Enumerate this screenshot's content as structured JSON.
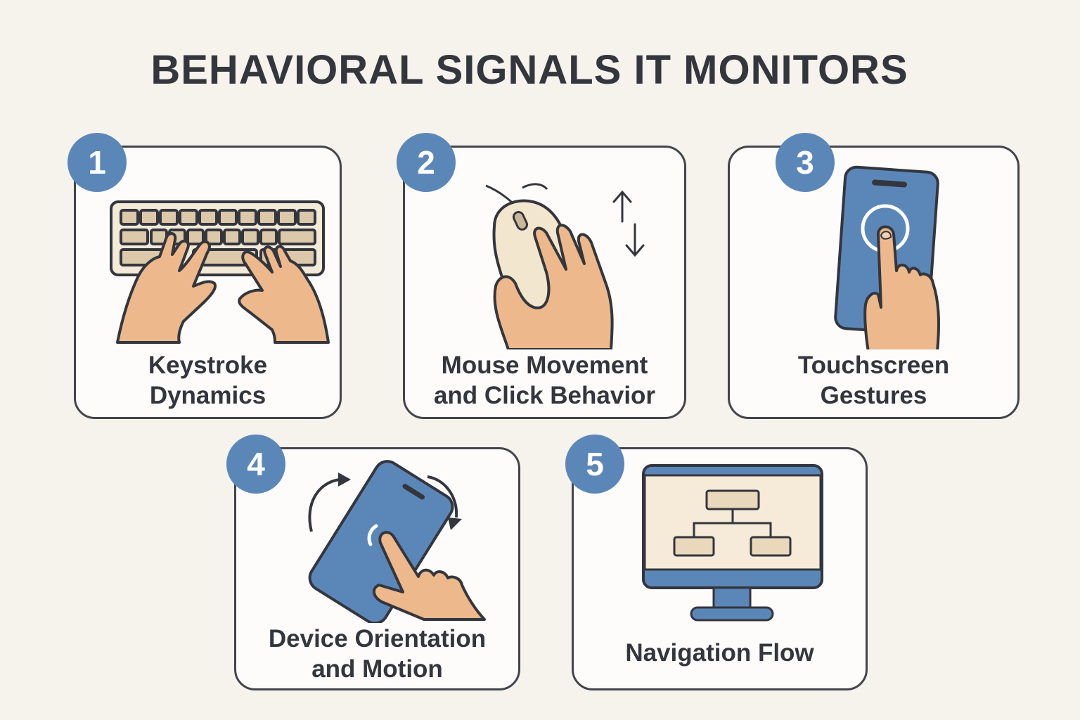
{
  "title": "BEHAVIORAL SIGNALS IT MONITORS",
  "colors": {
    "background": "#f6f2ec",
    "card": "#fdfcfa",
    "outline": "#43454c",
    "badge_blue": "#5b87b8",
    "text": "#33363d",
    "skin": "#edb88b",
    "beige": "#e9d8bc"
  },
  "cards": [
    {
      "number": "1",
      "icon": "keyboard-typing-icon",
      "label_lines": [
        "Keystroke",
        "Dynamics"
      ]
    },
    {
      "number": "2",
      "icon": "mouse-hand-icon",
      "label_lines": [
        "Mouse Movement",
        "and Click Behavior"
      ]
    },
    {
      "number": "3",
      "icon": "touchscreen-tap-icon",
      "label_lines": [
        "Touchscreen",
        "Gestures"
      ]
    },
    {
      "number": "4",
      "icon": "device-rotation-icon",
      "label_lines": [
        "Device Orientation",
        "and Motion"
      ]
    },
    {
      "number": "5",
      "icon": "monitor-sitemap-icon",
      "label_lines": [
        "Navigation Flow"
      ]
    }
  ]
}
